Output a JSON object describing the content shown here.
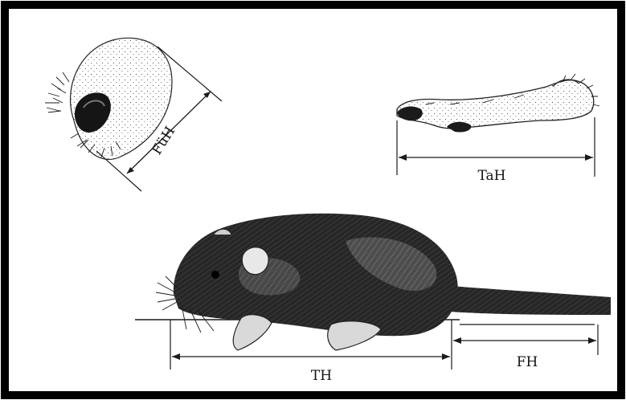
{
  "frame": {
    "border_color": "#000000",
    "background": "#ffffff"
  },
  "labels": {
    "ear_height": "FüH",
    "tarsus_length": "TaH",
    "body_length": "TH",
    "tail_length": "FH"
  }
}
